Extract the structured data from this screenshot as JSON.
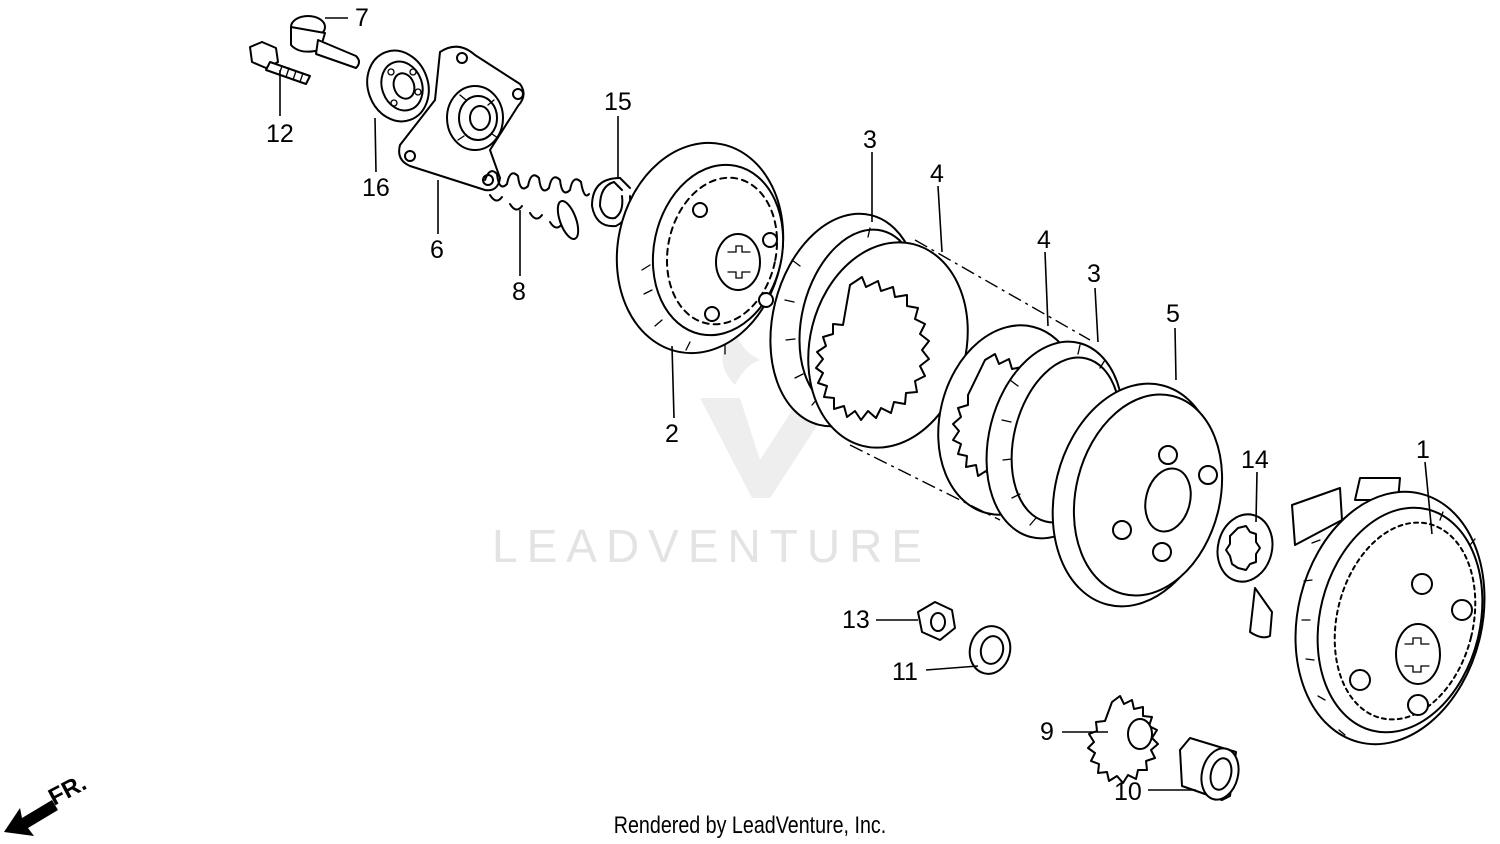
{
  "watermark": {
    "text": "LEADVENTURE"
  },
  "credit": "Rendered by LeadVenture, Inc.",
  "direction_label": "FR.",
  "callouts": [
    {
      "id": "c1",
      "label": "1"
    },
    {
      "id": "c2",
      "label": "2"
    },
    {
      "id": "c3a",
      "label": "3"
    },
    {
      "id": "c3b",
      "label": "3"
    },
    {
      "id": "c4a",
      "label": "4"
    },
    {
      "id": "c4b",
      "label": "4"
    },
    {
      "id": "c5",
      "label": "5"
    },
    {
      "id": "c6",
      "label": "6"
    },
    {
      "id": "c7",
      "label": "7"
    },
    {
      "id": "c8",
      "label": "8"
    },
    {
      "id": "c9",
      "label": "9"
    },
    {
      "id": "c10",
      "label": "10"
    },
    {
      "id": "c11",
      "label": "11"
    },
    {
      "id": "c12",
      "label": "12"
    },
    {
      "id": "c13",
      "label": "13"
    },
    {
      "id": "c14",
      "label": "14"
    },
    {
      "id": "c15",
      "label": "15"
    },
    {
      "id": "c16",
      "label": "16"
    }
  ]
}
